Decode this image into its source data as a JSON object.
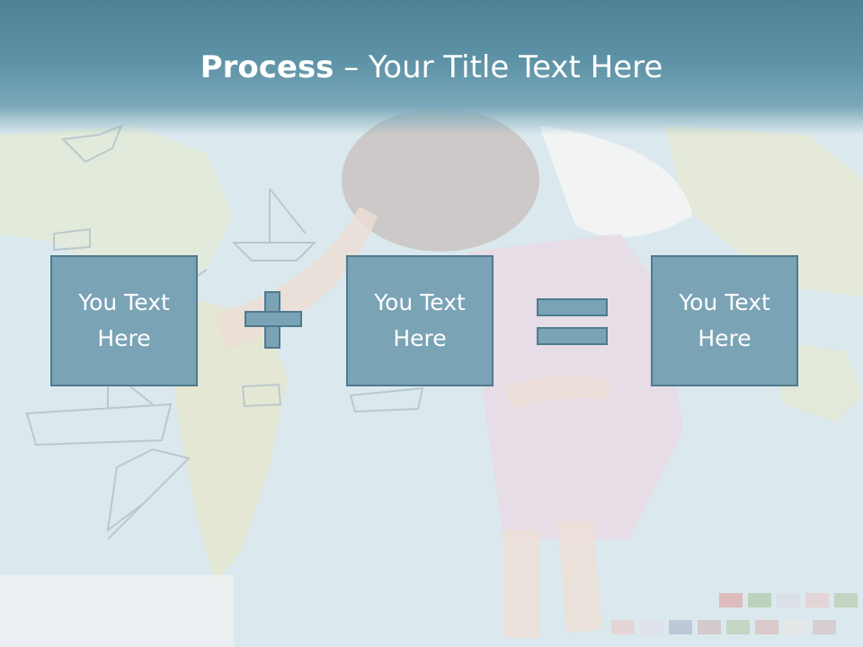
{
  "slide": {
    "title_bold": "Process",
    "title_rest": " – Your Title Text Here",
    "boxes": [
      {
        "text": "You Text\nHere"
      },
      {
        "text": "You Text\nHere"
      },
      {
        "text": "You Text\nHere"
      }
    ],
    "operators": [
      "plus-icon",
      "equals-icon"
    ],
    "colors": {
      "header": "#5e92a6",
      "box_fill": "#7aa3b6",
      "box_border": "#4f7a8f",
      "text": "#ffffff"
    },
    "background_image": "world-map-with-child-sitting"
  }
}
